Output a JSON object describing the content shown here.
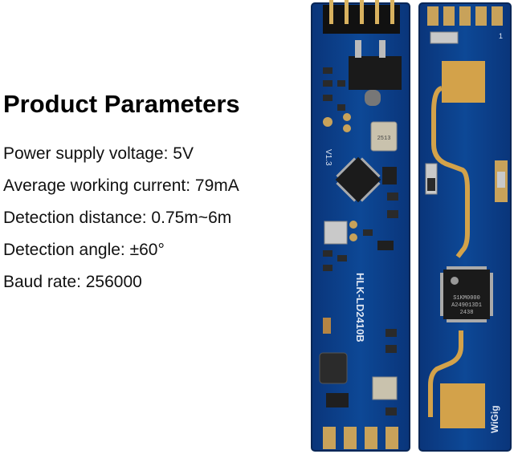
{
  "heading": "Product Parameters",
  "parameters": [
    "Power supply voltage: 5V",
    "Average working current: 79mA",
    "Detection distance: 0.75m~6m",
    "Detection angle: ±60°",
    "Baud rate: 256000"
  ],
  "board_markings": {
    "version": "V1.3",
    "model": "HLK-LD2410B",
    "pin_one": "1",
    "brand": "WiGig",
    "chip_line1": "S1KM0000",
    "chip_line2": "A249013D1",
    "chip_line3": "2438",
    "small_chip": "2513"
  },
  "colors": {
    "pcb": "#0b3f87",
    "pcb_dark": "#082c63",
    "gold": "#c8a25a",
    "antenna": "#d3a24a"
  }
}
